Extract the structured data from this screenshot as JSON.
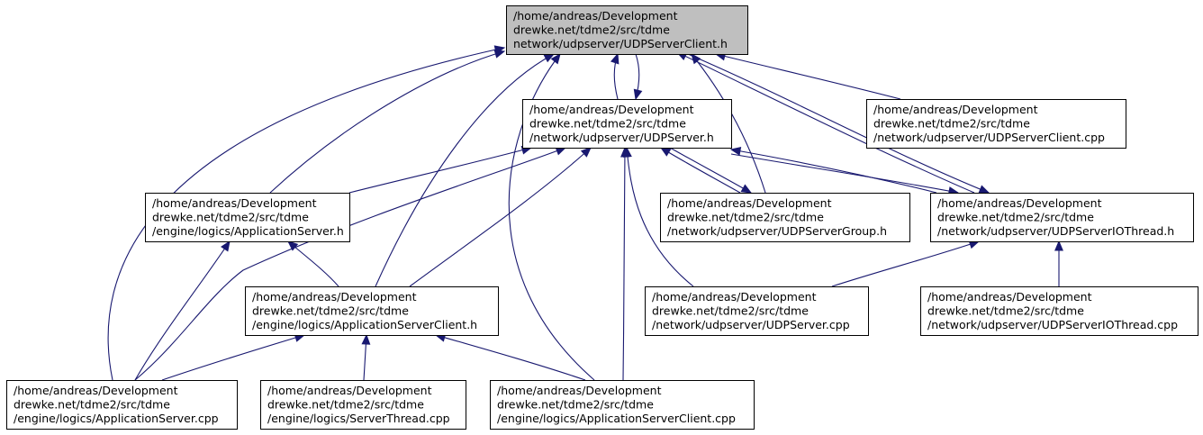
{
  "colors": {
    "edge": "#191970",
    "focus_fill": "#bfbfbf",
    "node_fill": "#ffffff",
    "node_border": "#000000"
  },
  "nodes": [
    {
      "id": "udpserverclient_h",
      "focus": true,
      "lines": [
        "/home/andreas/Development",
        "drewke.net/tdme2/src/tdme",
        "network/udpserver/UDPServerClient.h"
      ]
    },
    {
      "id": "udpserver_h",
      "lines": [
        "/home/andreas/Development",
        "drewke.net/tdme2/src/tdme",
        "/network/udpserver/UDPServer.h"
      ]
    },
    {
      "id": "udpserverclient_cpp",
      "lines": [
        "/home/andreas/Development",
        "drewke.net/tdme2/src/tdme",
        "/network/udpserver/UDPServerClient.cpp"
      ]
    },
    {
      "id": "applicationserver_h",
      "lines": [
        "/home/andreas/Development",
        "drewke.net/tdme2/src/tdme",
        "/engine/logics/ApplicationServer.h"
      ]
    },
    {
      "id": "udpservergroup_h",
      "lines": [
        "/home/andreas/Development",
        "drewke.net/tdme2/src/tdme",
        "/network/udpserver/UDPServerGroup.h"
      ]
    },
    {
      "id": "udpserveriothread_h",
      "lines": [
        "/home/andreas/Development",
        "drewke.net/tdme2/src/tdme",
        "/network/udpserver/UDPServerIOThread.h"
      ]
    },
    {
      "id": "applicationserverclient_h",
      "lines": [
        "/home/andreas/Development",
        "drewke.net/tdme2/src/tdme",
        "/engine/logics/ApplicationServerClient.h"
      ]
    },
    {
      "id": "udpserver_cpp",
      "lines": [
        "/home/andreas/Development",
        "drewke.net/tdme2/src/tdme",
        "/network/udpserver/UDPServer.cpp"
      ]
    },
    {
      "id": "udpserveriothread_cpp",
      "lines": [
        "/home/andreas/Development",
        "drewke.net/tdme2/src/tdme",
        "/network/udpserver/UDPServerIOThread.cpp"
      ]
    },
    {
      "id": "applicationserver_cpp",
      "lines": [
        "/home/andreas/Development",
        "drewke.net/tdme2/src/tdme",
        "/engine/logics/ApplicationServer.cpp"
      ]
    },
    {
      "id": "serverthread_cpp",
      "lines": [
        "/home/andreas/Development",
        "drewke.net/tdme2/src/tdme",
        "/engine/logics/ServerThread.cpp"
      ]
    },
    {
      "id": "applicationserverclient_cpp",
      "lines": [
        "/home/andreas/Development",
        "drewke.net/tdme2/src/tdme",
        "/engine/logics/ApplicationServerClient.cpp"
      ]
    }
  ],
  "edges": [
    {
      "from": "udpserver_h",
      "to": "udpserverclient_h"
    },
    {
      "from": "udpserverclient_h",
      "to": "udpserver_h"
    },
    {
      "from": "udpserverclient_cpp",
      "to": "udpserverclient_h"
    },
    {
      "from": "applicationserver_h",
      "to": "udpserverclient_h"
    },
    {
      "from": "applicationserver_h",
      "to": "udpserver_h"
    },
    {
      "from": "udpservergroup_h",
      "to": "udpserverclient_h"
    },
    {
      "from": "udpservergroup_h",
      "to": "udpserver_h"
    },
    {
      "from": "udpserver_h",
      "to": "udpservergroup_h"
    },
    {
      "from": "udpserveriothread_h",
      "to": "udpserverclient_h"
    },
    {
      "from": "udpserverclient_h",
      "to": "udpserveriothread_h"
    },
    {
      "from": "udpserveriothread_h",
      "to": "udpserver_h"
    },
    {
      "from": "udpserver_h",
      "to": "udpserveriothread_h"
    },
    {
      "from": "applicationserverclient_h",
      "to": "udpserverclient_h"
    },
    {
      "from": "applicationserverclient_h",
      "to": "udpserver_h"
    },
    {
      "from": "applicationserverclient_h",
      "to": "applicationserver_h"
    },
    {
      "from": "udpserver_cpp",
      "to": "udpserver_h"
    },
    {
      "from": "udpserver_cpp",
      "to": "udpserveriothread_h"
    },
    {
      "from": "udpserveriothread_cpp",
      "to": "udpserveriothread_h"
    },
    {
      "from": "applicationserver_cpp",
      "to": "udpserverclient_h"
    },
    {
      "from": "applicationserver_cpp",
      "to": "udpserver_h"
    },
    {
      "from": "applicationserver_cpp",
      "to": "applicationserver_h"
    },
    {
      "from": "applicationserver_cpp",
      "to": "applicationserverclient_h"
    },
    {
      "from": "serverthread_cpp",
      "to": "applicationserverclient_h"
    },
    {
      "from": "applicationserverclient_cpp",
      "to": "udpserverclient_h"
    },
    {
      "from": "applicationserverclient_cpp",
      "to": "udpserver_h"
    },
    {
      "from": "applicationserverclient_cpp",
      "to": "applicationserverclient_h"
    }
  ]
}
